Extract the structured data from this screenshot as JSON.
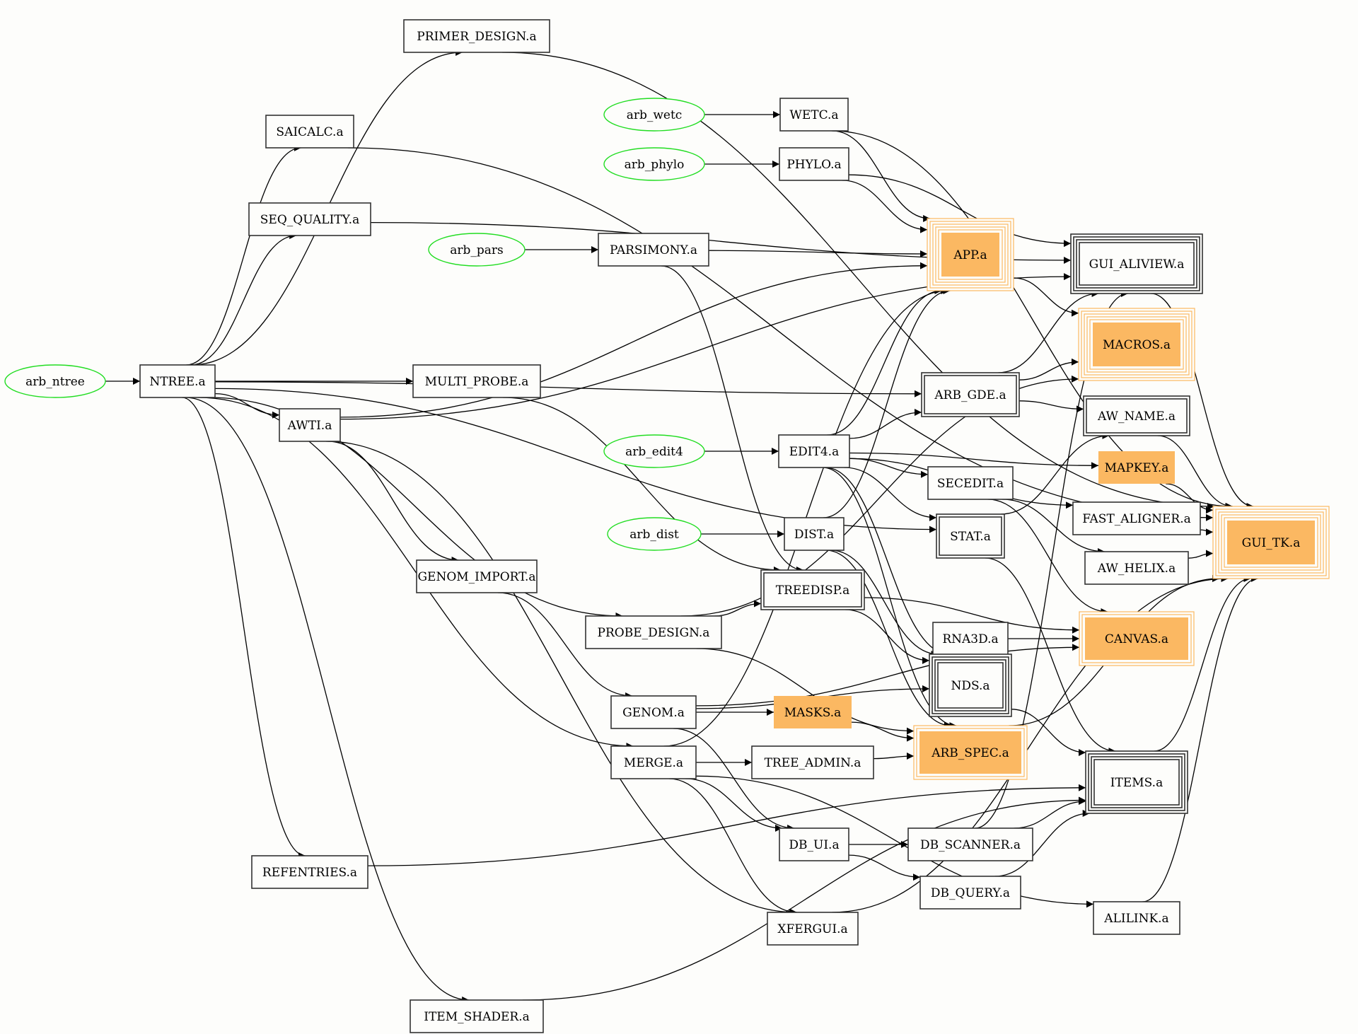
{
  "diagram": {
    "type": "directed-graph",
    "colors": {
      "background": "#fdfdfb",
      "edge": "#000000",
      "node_border": "#333333",
      "ellipse_border": "#22dd22",
      "highlight_fill": "#fbb862",
      "highlight_border": "#fbb862"
    },
    "nodes": [
      {
        "id": "arb_ntree",
        "label": "arb_ntree",
        "shape": "ellipse"
      },
      {
        "id": "arb_wetc",
        "label": "arb_wetc",
        "shape": "ellipse"
      },
      {
        "id": "arb_phylo",
        "label": "arb_phylo",
        "shape": "ellipse"
      },
      {
        "id": "arb_pars",
        "label": "arb_pars",
        "shape": "ellipse"
      },
      {
        "id": "arb_edit4",
        "label": "arb_edit4",
        "shape": "ellipse"
      },
      {
        "id": "arb_dist",
        "label": "arb_dist",
        "shape": "ellipse"
      },
      {
        "id": "NTREE",
        "label": "NTREE.a",
        "shape": "box",
        "peripheries": 1
      },
      {
        "id": "PRIMER_DESIGN",
        "label": "PRIMER_DESIGN.a",
        "shape": "box",
        "peripheries": 1
      },
      {
        "id": "SAICALC",
        "label": "SAICALC.a",
        "shape": "box",
        "peripheries": 1
      },
      {
        "id": "SEQ_QUALITY",
        "label": "SEQ_QUALITY.a",
        "shape": "box",
        "peripheries": 1
      },
      {
        "id": "MULTI_PROBE",
        "label": "MULTI_PROBE.a",
        "shape": "box",
        "peripheries": 1
      },
      {
        "id": "AWTI",
        "label": "AWTI.a",
        "shape": "box",
        "peripheries": 1
      },
      {
        "id": "GENOM_IMPORT",
        "label": "GENOM_IMPORT.a",
        "shape": "box",
        "peripheries": 1
      },
      {
        "id": "REFENTRIES",
        "label": "REFENTRIES.a",
        "shape": "box",
        "peripheries": 1
      },
      {
        "id": "ITEM_SHADER",
        "label": "ITEM_SHADER.a",
        "shape": "box",
        "peripheries": 1
      },
      {
        "id": "WETC",
        "label": "WETC.a",
        "shape": "box",
        "peripheries": 1
      },
      {
        "id": "PHYLO",
        "label": "PHYLO.a",
        "shape": "box",
        "peripheries": 1
      },
      {
        "id": "PARSIMONY",
        "label": "PARSIMONY.a",
        "shape": "box",
        "peripheries": 1
      },
      {
        "id": "EDIT4",
        "label": "EDIT4.a",
        "shape": "box",
        "peripheries": 1
      },
      {
        "id": "DIST",
        "label": "DIST.a",
        "shape": "box",
        "peripheries": 1
      },
      {
        "id": "PROBE_DESIGN",
        "label": "PROBE_DESIGN.a",
        "shape": "box",
        "peripheries": 1
      },
      {
        "id": "GENOM",
        "label": "GENOM.a",
        "shape": "box",
        "peripheries": 1
      },
      {
        "id": "MERGE",
        "label": "MERGE.a",
        "shape": "box",
        "peripheries": 1
      },
      {
        "id": "TREEDISP",
        "label": "TREEDISP.a",
        "shape": "box",
        "peripheries": 2
      },
      {
        "id": "MASKS",
        "label": "MASKS.a",
        "shape": "box",
        "peripheries": 1,
        "filled": true
      },
      {
        "id": "TREE_ADMIN",
        "label": "TREE_ADMIN.a",
        "shape": "box",
        "peripheries": 1
      },
      {
        "id": "DB_UI",
        "label": "DB_UI.a",
        "shape": "box",
        "peripheries": 1
      },
      {
        "id": "XFERGUI",
        "label": "XFERGUI.a",
        "shape": "box",
        "peripheries": 1
      },
      {
        "id": "APP",
        "label": "APP.a",
        "shape": "box",
        "peripheries": 6,
        "filled": true
      },
      {
        "id": "ARB_GDE",
        "label": "ARB_GDE.a",
        "shape": "box",
        "peripheries": 2
      },
      {
        "id": "SECEDIT",
        "label": "SECEDIT.a",
        "shape": "box",
        "peripheries": 1
      },
      {
        "id": "STAT",
        "label": "STAT.a",
        "shape": "box",
        "peripheries": 2
      },
      {
        "id": "RNA3D",
        "label": "RNA3D.a",
        "shape": "box",
        "peripheries": 1
      },
      {
        "id": "NDS",
        "label": "NDS.a",
        "shape": "box",
        "peripheries": 4
      },
      {
        "id": "ARB_SPEC",
        "label": "ARB_SPEC.a",
        "shape": "box",
        "peripheries": 3,
        "filled": true
      },
      {
        "id": "DB_SCANNER",
        "label": "DB_SCANNER.a",
        "shape": "box",
        "peripheries": 1
      },
      {
        "id": "DB_QUERY",
        "label": "DB_QUERY.a",
        "shape": "box",
        "peripheries": 1
      },
      {
        "id": "GUI_ALIVIEW",
        "label": "GUI_ALIVIEW.a",
        "shape": "box",
        "peripheries": 4
      },
      {
        "id": "MACROS",
        "label": "MACROS.a",
        "shape": "box",
        "peripheries": 6,
        "filled": true
      },
      {
        "id": "AW_NAME",
        "label": "AW_NAME.a",
        "shape": "box",
        "peripheries": 2
      },
      {
        "id": "MAPKEY",
        "label": "MAPKEY.a",
        "shape": "box",
        "peripheries": 1,
        "filled": true
      },
      {
        "id": "FAST_ALIGNER",
        "label": "FAST_ALIGNER.a",
        "shape": "box",
        "peripheries": 1
      },
      {
        "id": "AW_HELIX",
        "label": "AW_HELIX.a",
        "shape": "box",
        "peripheries": 1
      },
      {
        "id": "CANVAS",
        "label": "CANVAS.a",
        "shape": "box",
        "peripheries": 3,
        "filled": true
      },
      {
        "id": "ITEMS",
        "label": "ITEMS.a",
        "shape": "box",
        "peripheries": 4
      },
      {
        "id": "ALILINK",
        "label": "ALILINK.a",
        "shape": "box",
        "peripheries": 1
      },
      {
        "id": "GUI_TK",
        "label": "GUI_TK.a",
        "shape": "box",
        "peripheries": 6,
        "filled": true
      }
    ],
    "edges": [
      [
        "arb_ntree",
        "NTREE"
      ],
      [
        "arb_wetc",
        "WETC"
      ],
      [
        "arb_phylo",
        "PHYLO"
      ],
      [
        "arb_pars",
        "PARSIMONY"
      ],
      [
        "arb_edit4",
        "EDIT4"
      ],
      [
        "arb_dist",
        "DIST"
      ],
      [
        "NTREE",
        "PRIMER_DESIGN"
      ],
      [
        "NTREE",
        "SAICALC"
      ],
      [
        "NTREE",
        "SEQ_QUALITY"
      ],
      [
        "NTREE",
        "MULTI_PROBE"
      ],
      [
        "NTREE",
        "AWTI"
      ],
      [
        "NTREE",
        "ARB_GDE"
      ],
      [
        "NTREE",
        "STAT"
      ],
      [
        "NTREE",
        "PROBE_DESIGN"
      ],
      [
        "NTREE",
        "MERGE"
      ],
      [
        "NTREE",
        "REFENTRIES"
      ],
      [
        "NTREE",
        "ITEM_SHADER"
      ],
      [
        "PRIMER_DESIGN",
        "GUI_TK"
      ],
      [
        "SAICALC",
        "GUI_TK"
      ],
      [
        "SEQ_QUALITY",
        "GUI_ALIVIEW"
      ],
      [
        "MULTI_PROBE",
        "TREEDISP"
      ],
      [
        "AWTI",
        "GENOM_IMPORT"
      ],
      [
        "AWTI",
        "APP"
      ],
      [
        "AWTI",
        "XFERGUI"
      ],
      [
        "AWTI",
        "GUI_ALIVIEW"
      ],
      [
        "GENOM_IMPORT",
        "GENOM"
      ],
      [
        "REFENTRIES",
        "ITEMS"
      ],
      [
        "ITEM_SHADER",
        "ITEMS"
      ],
      [
        "WETC",
        "APP"
      ],
      [
        "WETC",
        "GUI_TK"
      ],
      [
        "PHYLO",
        "APP"
      ],
      [
        "PHYLO",
        "GUI_ALIVIEW"
      ],
      [
        "PARSIMONY",
        "APP"
      ],
      [
        "PARSIMONY",
        "TREEDISP"
      ],
      [
        "EDIT4",
        "ARB_GDE"
      ],
      [
        "EDIT4",
        "MAPKEY"
      ],
      [
        "EDIT4",
        "SECEDIT"
      ],
      [
        "EDIT4",
        "STAT"
      ],
      [
        "EDIT4",
        "FAST_ALIGNER"
      ],
      [
        "EDIT4",
        "NDS"
      ],
      [
        "EDIT4",
        "ARB_SPEC"
      ],
      [
        "EDIT4",
        "APP"
      ],
      [
        "DIST",
        "APP"
      ],
      [
        "DIST",
        "NDS"
      ],
      [
        "DIST",
        "ARB_SPEC"
      ],
      [
        "PROBE_DESIGN",
        "TREEDISP"
      ],
      [
        "PROBE_DESIGN",
        "ARB_SPEC"
      ],
      [
        "PROBE_DESIGN",
        "MACROS"
      ],
      [
        "GENOM",
        "NDS"
      ],
      [
        "GENOM",
        "MASKS"
      ],
      [
        "GENOM",
        "DB_UI"
      ],
      [
        "GENOM",
        "CANVAS"
      ],
      [
        "MERGE",
        "TREE_ADMIN"
      ],
      [
        "MERGE",
        "DB_UI"
      ],
      [
        "MERGE",
        "XFERGUI"
      ],
      [
        "MERGE",
        "ALILINK"
      ],
      [
        "MERGE",
        "APP"
      ],
      [
        "TREEDISP",
        "CANVAS"
      ],
      [
        "TREEDISP",
        "NDS"
      ],
      [
        "MASKS",
        "ARB_SPEC"
      ],
      [
        "TREE_ADMIN",
        "ARB_SPEC"
      ],
      [
        "DB_UI",
        "DB_SCANNER"
      ],
      [
        "DB_UI",
        "DB_QUERY"
      ],
      [
        "XFERGUI",
        "GUI_TK"
      ],
      [
        "APP",
        "MACROS"
      ],
      [
        "ARB_GDE",
        "MACROS"
      ],
      [
        "ARB_GDE",
        "GUI_ALIVIEW"
      ],
      [
        "ARB_GDE",
        "AW_NAME"
      ],
      [
        "SECEDIT",
        "CANVAS"
      ],
      [
        "SECEDIT",
        "AW_HELIX"
      ],
      [
        "STAT",
        "ITEMS"
      ],
      [
        "STAT",
        "AW_NAME"
      ],
      [
        "RNA3D",
        "CANVAS"
      ],
      [
        "NDS",
        "ITEMS"
      ],
      [
        "ARB_SPEC",
        "GUI_TK"
      ],
      [
        "DB_SCANNER",
        "ITEMS"
      ],
      [
        "DB_SCANNER",
        "GUI_ALIVIEW"
      ],
      [
        "DB_QUERY",
        "ITEMS"
      ],
      [
        "GUI_ALIVIEW",
        "GUI_TK"
      ],
      [
        "AW_NAME",
        "GUI_TK"
      ],
      [
        "MAPKEY",
        "GUI_TK"
      ],
      [
        "FAST_ALIGNER",
        "GUI_TK"
      ],
      [
        "AW_HELIX",
        "GUI_TK"
      ],
      [
        "ITEMS",
        "GUI_TK"
      ],
      [
        "ALILINK",
        "GUI_TK"
      ]
    ]
  }
}
